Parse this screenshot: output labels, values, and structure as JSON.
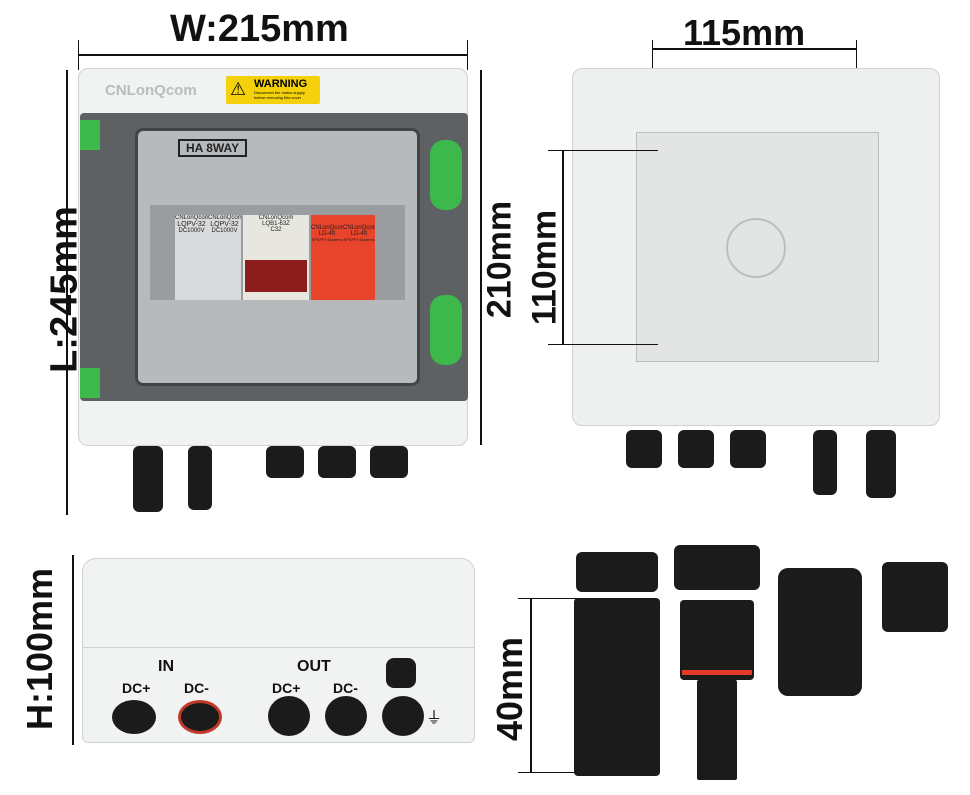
{
  "front": {
    "width_label": "W:215mm",
    "length_label": "L:245mm",
    "height_label": "210mm",
    "brand": "CNLonQcom",
    "warning": {
      "title": "WARNING",
      "line1": "Disconnect the mains supply",
      "line2": "before removing this cover"
    },
    "model": "HA 8WAY",
    "modules": [
      {
        "brand": "CNLonQcom",
        "model": "LQPV-32",
        "spec": "DC1000V"
      },
      {
        "brand": "CNLonQcom",
        "model": "LQPV-32",
        "spec": "DC1000V"
      },
      {
        "brand": "CNLonQcom",
        "model": "LQB1-63Z",
        "spec": "C32"
      },
      {
        "brand": "CNLonQcom",
        "model": "LD-40",
        "spec": "SPD/PV Systems"
      },
      {
        "brand": "CNLonQcom",
        "model": "LD-40",
        "spec": "SPD/PV Systems"
      }
    ]
  },
  "back": {
    "width_label": "115mm",
    "height_label": "110mm"
  },
  "side": {
    "height_label": "H:100mm",
    "in_label": "IN",
    "out_label": "OUT",
    "dc_plus": "DC+",
    "dc_minus": "DC-"
  },
  "connectors": {
    "length_label": "40mm"
  },
  "colors": {
    "warning": "#f4d10a",
    "spd": "#e8432b",
    "breaker": "#8b1d1d",
    "green": "#3db84a"
  }
}
